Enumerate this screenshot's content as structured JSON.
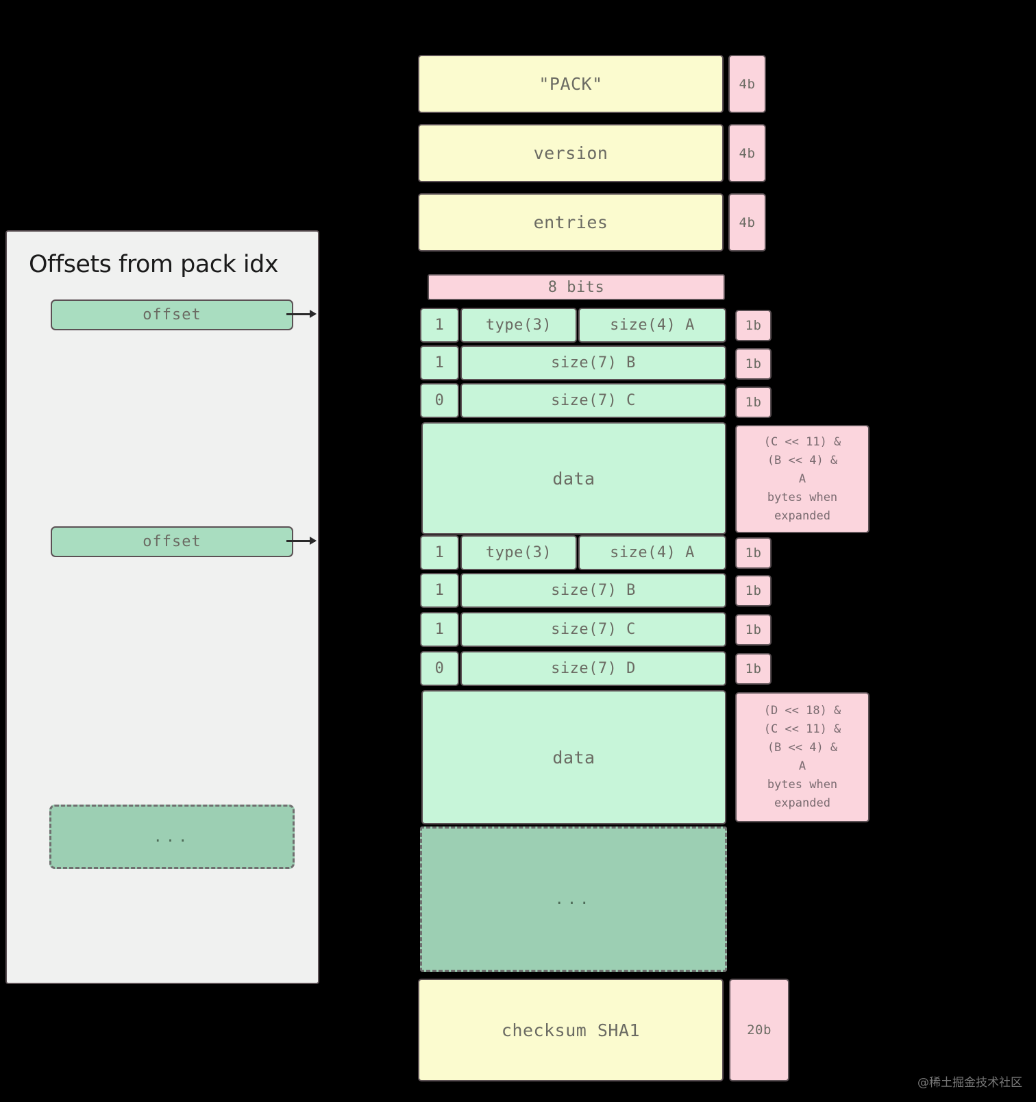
{
  "left_panel": {
    "title": "Offsets from pack idx",
    "entries": [
      {
        "label": "offset"
      },
      {
        "label": "offset"
      }
    ],
    "ellipsis": "..."
  },
  "pack_file": {
    "header_rows": [
      {
        "label": "\"PACK\"",
        "size": "4b"
      },
      {
        "label": "version",
        "size": "4b"
      },
      {
        "label": "entries",
        "size": "4b"
      }
    ],
    "bits_caption": "8 bits",
    "objects": [
      {
        "rows": [
          {
            "flag": "1",
            "mid": "type(3)",
            "right": "size(4) A",
            "size": "1b"
          },
          {
            "flag": "1",
            "mid": "size(7) B",
            "right": "",
            "size": "1b"
          },
          {
            "flag": "0",
            "mid": "size(7) C",
            "right": "",
            "size": "1b"
          }
        ],
        "data_label": "data",
        "note": "(C << 11) &\n(B << 4) &\nA\nbytes when\nexpanded"
      },
      {
        "rows": [
          {
            "flag": "1",
            "mid": "type(3)",
            "right": "size(4) A",
            "size": "1b"
          },
          {
            "flag": "1",
            "mid": "size(7) B",
            "right": "",
            "size": "1b"
          },
          {
            "flag": "1",
            "mid": "size(7) C",
            "right": "",
            "size": "1b"
          },
          {
            "flag": "0",
            "mid": "size(7) D",
            "right": "",
            "size": "1b"
          }
        ],
        "data_label": "data",
        "note": "(D << 18) &\n(C << 11) &\n(B << 4) &\nA\nbytes when\nexpanded"
      }
    ],
    "ellipsis": "...",
    "footer": {
      "label": "checksum SHA1",
      "size": "20b"
    }
  },
  "watermark": "@稀土掘金技术社区",
  "colors": {
    "yellow": "#fbfbcf",
    "green": "#c7f5d9",
    "green_dark": "#9ccfb3",
    "green_offset": "#a9ddc0",
    "pink": "#fbd5dd",
    "panel": "#f0f1f0",
    "stroke": "#5b5054",
    "text": "#6b6b63",
    "background": "#000000"
  }
}
